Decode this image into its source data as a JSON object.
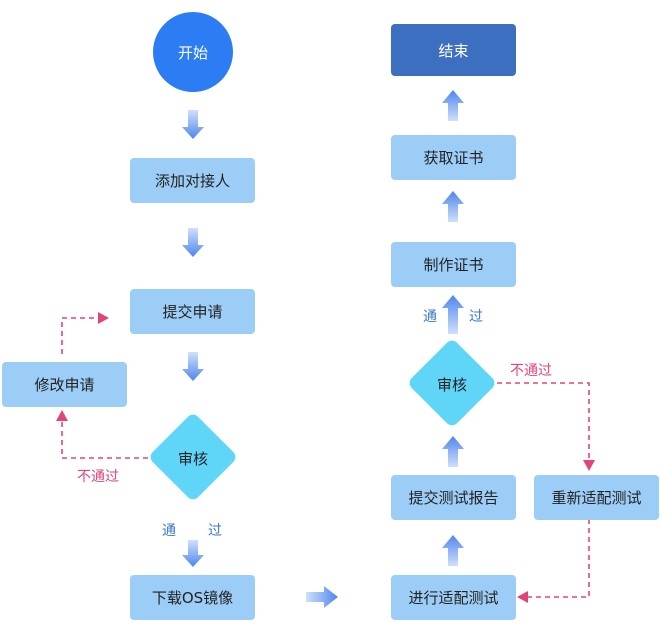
{
  "nodes": {
    "start": "开始",
    "add_contact": "添加对接人",
    "submit_apply": "提交申请",
    "modify_apply": "修改申请",
    "review_left": "审核",
    "download_os": "下载OS镜像",
    "adapt_test": "进行适配测试",
    "submit_report": "提交测试报告",
    "readapt_test": "重新适配测试",
    "review_right": "审核",
    "make_cert": "制作证书",
    "get_cert": "获取证书",
    "end": "结束"
  },
  "labels": {
    "pass_char1": "通",
    "pass_char2": "过",
    "fail": "不通过"
  },
  "colors": {
    "start": "#2c7cf3",
    "end": "#3c6fbf",
    "process": "#9ccdf7",
    "decision": "#5fd6f8",
    "arrow": "#5b8ff0",
    "reject": "#e0457a"
  }
}
